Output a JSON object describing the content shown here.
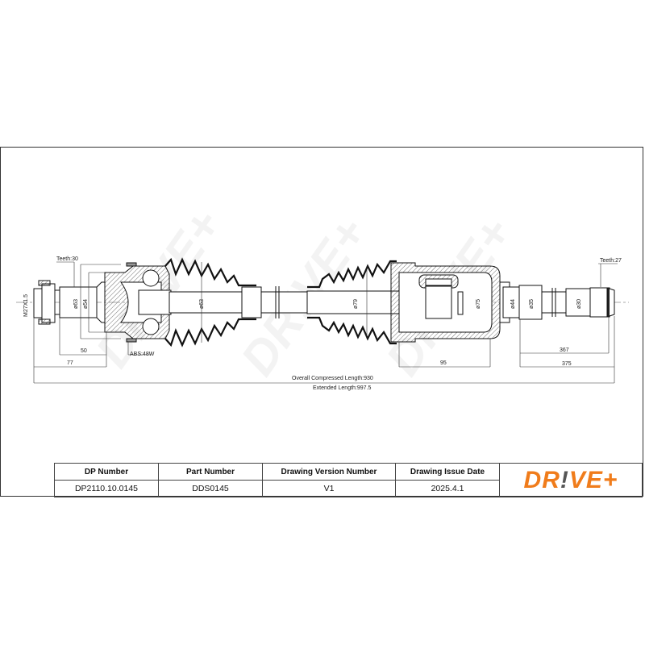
{
  "drawing": {
    "labels": {
      "teeth_left": "Teeth:30",
      "teeth_right": "Teeth:27",
      "thread": "M27X1.5",
      "abs": "ABS:48W",
      "dia_63_left": "ø63",
      "dia_54": "ø54",
      "dia_63_shaft": "ø63",
      "dia_79": "ø79",
      "dia_75": "ø75",
      "dia_44": "ø44",
      "dia_35": "ø35",
      "dia_30": "ø30",
      "dim_50": "50",
      "dim_77": "77",
      "dim_95": "95",
      "dim_367": "367",
      "dim_375": "375",
      "overall_compressed": "Overall  Compressed  Length:930",
      "extended": "Extended  Length:997.5"
    },
    "watermark": "DR!VE+"
  },
  "title_block": {
    "headers": [
      "DP Number",
      "Part Number",
      "Drawing Version Number",
      "Drawing Issue Date"
    ],
    "values": [
      "DP2110.10.0145",
      "DDS0145",
      "V1",
      "2025.4.1"
    ],
    "logo": {
      "part1": "DR",
      "bang": "!",
      "part2": "VE+",
      "color": "#f07c1b",
      "accent": "#555555"
    }
  }
}
